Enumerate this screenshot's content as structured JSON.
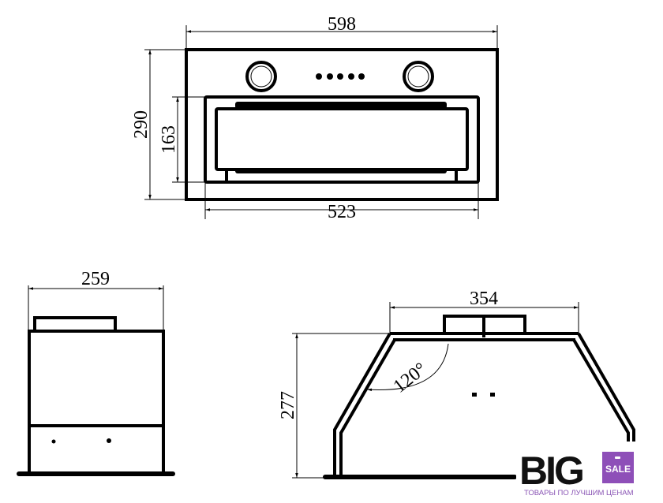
{
  "front_view": {
    "width_label": "598",
    "height_label": "290",
    "opening_height_label": "163",
    "opening_width_label": "523"
  },
  "side_view": {
    "depth_label": "259"
  },
  "profile_view": {
    "top_width_label": "354",
    "height_label": "277",
    "angle_label": "120°"
  },
  "logo": {
    "main": "BIG",
    "badge": "SALE",
    "tagline": "ТОВАРЫ ПО ЛУЧШИМ ЦЕНАМ",
    "accent_color": "#8e4fb8"
  }
}
